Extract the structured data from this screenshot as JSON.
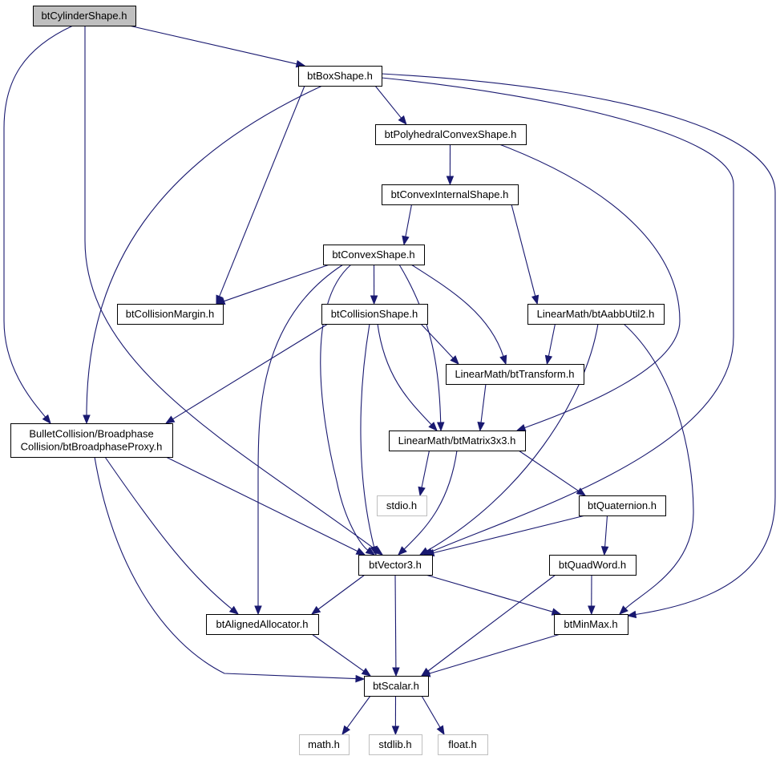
{
  "colors": {
    "edge": "#191970",
    "root_fill": "#bfbfbf",
    "node_border": "#000000",
    "external_border": "#bfbfbf"
  },
  "nodes": [
    {
      "id": "btCylinderShape",
      "lines": [
        "btCylinderShape.h"
      ],
      "kind": "root"
    },
    {
      "id": "btBoxShape",
      "lines": [
        "btBoxShape.h"
      ],
      "kind": "normal"
    },
    {
      "id": "btPolyhedralConvexShape",
      "lines": [
        "btPolyhedralConvexShape.h"
      ],
      "kind": "normal"
    },
    {
      "id": "btConvexInternalShape",
      "lines": [
        "btConvexInternalShape.h"
      ],
      "kind": "normal"
    },
    {
      "id": "btConvexShape",
      "lines": [
        "btConvexShape.h"
      ],
      "kind": "normal"
    },
    {
      "id": "btCollisionMargin",
      "lines": [
        "btCollisionMargin.h"
      ],
      "kind": "normal"
    },
    {
      "id": "btCollisionShape",
      "lines": [
        "btCollisionShape.h"
      ],
      "kind": "normal"
    },
    {
      "id": "btAabbUtil2",
      "lines": [
        "LinearMath/btAabbUtil2.h"
      ],
      "kind": "normal"
    },
    {
      "id": "btTransform",
      "lines": [
        "LinearMath/btTransform.h"
      ],
      "kind": "normal"
    },
    {
      "id": "btBroadphaseProxy",
      "lines": [
        "BulletCollision/Broadphase",
        "Collision/btBroadphaseProxy.h"
      ],
      "kind": "normal"
    },
    {
      "id": "btMatrix3x3",
      "lines": [
        "LinearMath/btMatrix3x3.h"
      ],
      "kind": "normal"
    },
    {
      "id": "stdio",
      "lines": [
        "stdio.h"
      ],
      "kind": "external"
    },
    {
      "id": "btQuaternion",
      "lines": [
        "btQuaternion.h"
      ],
      "kind": "normal"
    },
    {
      "id": "btVector3",
      "lines": [
        "btVector3.h"
      ],
      "kind": "normal"
    },
    {
      "id": "btQuadWord",
      "lines": [
        "btQuadWord.h"
      ],
      "kind": "normal"
    },
    {
      "id": "btAlignedAllocator",
      "lines": [
        "btAlignedAllocator.h"
      ],
      "kind": "normal"
    },
    {
      "id": "btMinMax",
      "lines": [
        "btMinMax.h"
      ],
      "kind": "normal"
    },
    {
      "id": "btScalar",
      "lines": [
        "btScalar.h"
      ],
      "kind": "normal"
    },
    {
      "id": "math",
      "lines": [
        "math.h"
      ],
      "kind": "external"
    },
    {
      "id": "stdlib",
      "lines": [
        "stdlib.h"
      ],
      "kind": "external"
    },
    {
      "id": "float",
      "lines": [
        "float.h"
      ],
      "kind": "external"
    }
  ],
  "edges": [
    {
      "from": "btCylinderShape",
      "to": "btBoxShape"
    },
    {
      "from": "btCylinderShape",
      "to": "btBroadphaseProxy"
    },
    {
      "from": "btCylinderShape",
      "to": "btVector3"
    },
    {
      "from": "btBoxShape",
      "to": "btPolyhedralConvexShape"
    },
    {
      "from": "btBoxShape",
      "to": "btCollisionMargin"
    },
    {
      "from": "btBoxShape",
      "to": "btBroadphaseProxy"
    },
    {
      "from": "btBoxShape",
      "to": "btVector3"
    },
    {
      "from": "btBoxShape",
      "to": "btMinMax"
    },
    {
      "from": "btPolyhedralConvexShape",
      "to": "btConvexInternalShape"
    },
    {
      "from": "btPolyhedralConvexShape",
      "to": "btMatrix3x3"
    },
    {
      "from": "btConvexInternalShape",
      "to": "btConvexShape"
    },
    {
      "from": "btConvexInternalShape",
      "to": "btAabbUtil2"
    },
    {
      "from": "btConvexShape",
      "to": "btCollisionMargin"
    },
    {
      "from": "btConvexShape",
      "to": "btCollisionShape"
    },
    {
      "from": "btConvexShape",
      "to": "btTransform"
    },
    {
      "from": "btConvexShape",
      "to": "btMatrix3x3"
    },
    {
      "from": "btConvexShape",
      "to": "btVector3"
    },
    {
      "from": "btConvexShape",
      "to": "btAlignedAllocator"
    },
    {
      "from": "btCollisionShape",
      "to": "btBroadphaseProxy"
    },
    {
      "from": "btCollisionShape",
      "to": "btTransform"
    },
    {
      "from": "btCollisionShape",
      "to": "btMatrix3x3"
    },
    {
      "from": "btCollisionShape",
      "to": "btVector3"
    },
    {
      "from": "btAabbUtil2",
      "to": "btTransform"
    },
    {
      "from": "btAabbUtil2",
      "to": "btVector3"
    },
    {
      "from": "btAabbUtil2",
      "to": "btMinMax"
    },
    {
      "from": "btTransform",
      "to": "btMatrix3x3"
    },
    {
      "from": "btBroadphaseProxy",
      "to": "btVector3"
    },
    {
      "from": "btBroadphaseProxy",
      "to": "btAlignedAllocator"
    },
    {
      "from": "btBroadphaseProxy",
      "to": "btScalar"
    },
    {
      "from": "btMatrix3x3",
      "to": "stdio"
    },
    {
      "from": "btMatrix3x3",
      "to": "btQuaternion"
    },
    {
      "from": "btMatrix3x3",
      "to": "btVector3"
    },
    {
      "from": "btQuaternion",
      "to": "btVector3"
    },
    {
      "from": "btQuaternion",
      "to": "btQuadWord"
    },
    {
      "from": "btQuadWord",
      "to": "btMinMax"
    },
    {
      "from": "btQuadWord",
      "to": "btScalar"
    },
    {
      "from": "btVector3",
      "to": "btAlignedAllocator"
    },
    {
      "from": "btVector3",
      "to": "btScalar"
    },
    {
      "from": "btVector3",
      "to": "btMinMax"
    },
    {
      "from": "btAlignedAllocator",
      "to": "btScalar"
    },
    {
      "from": "btMinMax",
      "to": "btScalar"
    },
    {
      "from": "btScalar",
      "to": "math"
    },
    {
      "from": "btScalar",
      "to": "stdlib"
    },
    {
      "from": "btScalar",
      "to": "float"
    }
  ]
}
